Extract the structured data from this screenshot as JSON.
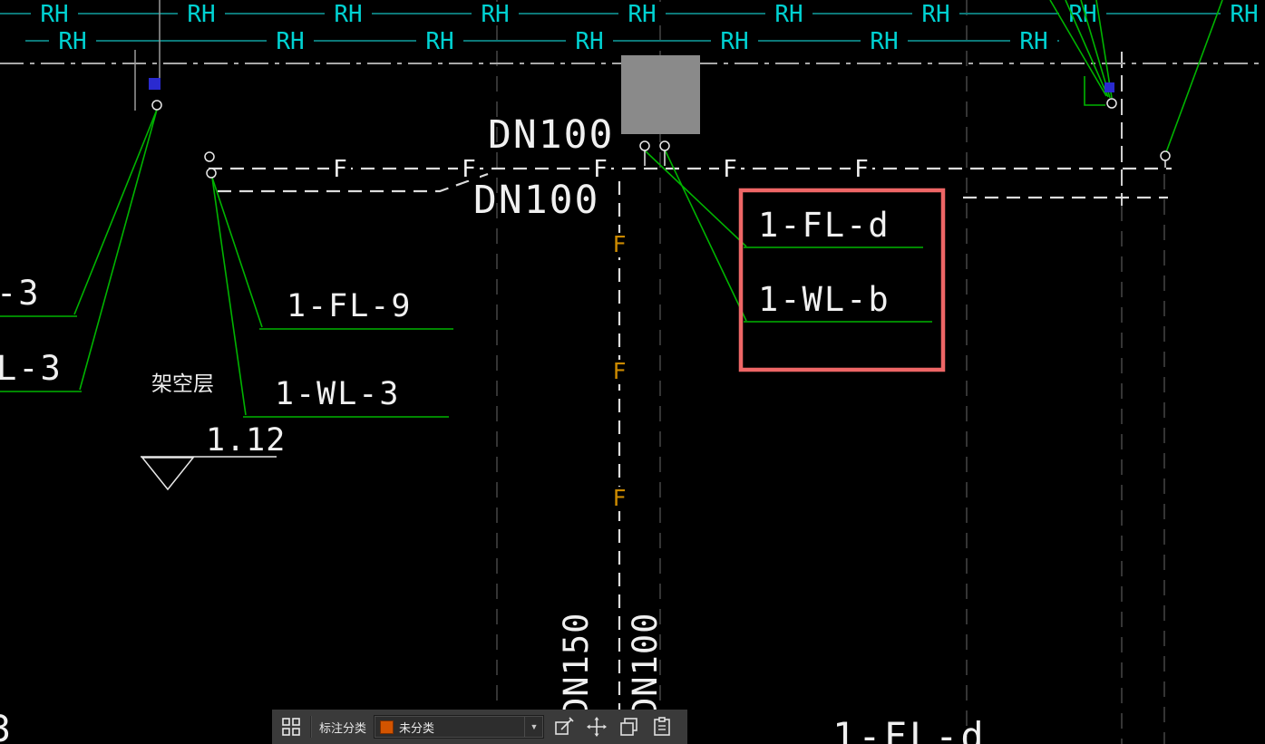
{
  "window": {
    "type": "cad-drawing-view",
    "background": "#000000"
  },
  "labels": {
    "rh": "RH",
    "f_horizontal": "F",
    "f_vertical": "F",
    "dn100_upper": "DN100",
    "dn100_lower": "DN100",
    "dn150_vertical": "DN150",
    "dn100_vertical": "DN100",
    "leader_fl9": "1-FL-9",
    "leader_wl3": "1-WL-3",
    "leader_fld": "1-FL-d",
    "leader_wlb": "1-WL-b",
    "left_edge_partial_top": "-3",
    "left_edge_partial_bottom": "L-3",
    "floor_name": "架空层",
    "elevation_value": "1.12",
    "bottom_partial_label": "1-FL-d",
    "bottom_left_partial": "3"
  },
  "colors": {
    "background": "#000000",
    "rh_text": "#00d2d2",
    "rh_line": "#0c7878",
    "pipe_dash": "#dcdcdc",
    "leader_green": "#00b400",
    "f_vertical_orange": "#cc8a00",
    "highlight_box_red": "#ee6666",
    "column_gray": "#8a8a8a",
    "marker_blue": "#2a2ad0",
    "toolbar_bg": "#3a3a3a",
    "swatch_orange": "#d35400"
  },
  "toolbar": {
    "category_label": "标注分类",
    "dropdown_value": "未分类",
    "dropdown_arrow": "▼"
  }
}
